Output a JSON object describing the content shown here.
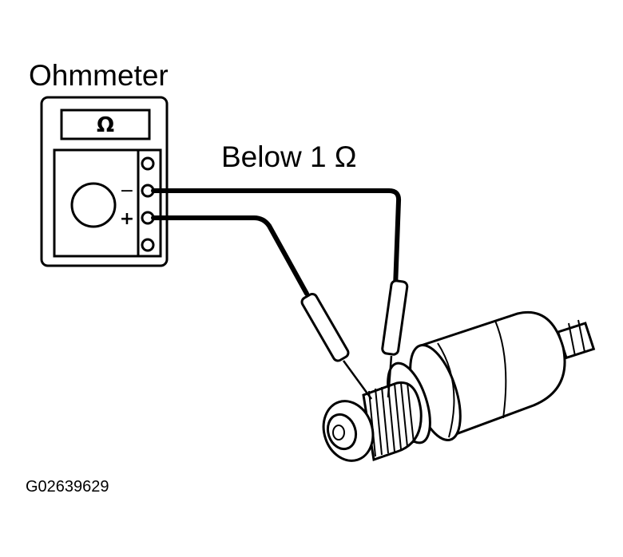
{
  "diagram": {
    "title": "Ohmmeter",
    "meter": {
      "display_symbol": "Ω",
      "terminal_minus": "−",
      "terminal_plus": "+"
    },
    "reading_label": "Below 1 Ω",
    "figure_id": "G02639629",
    "icons": [
      "ohmmeter-icon",
      "probe-icon",
      "starter-armature-icon"
    ]
  }
}
